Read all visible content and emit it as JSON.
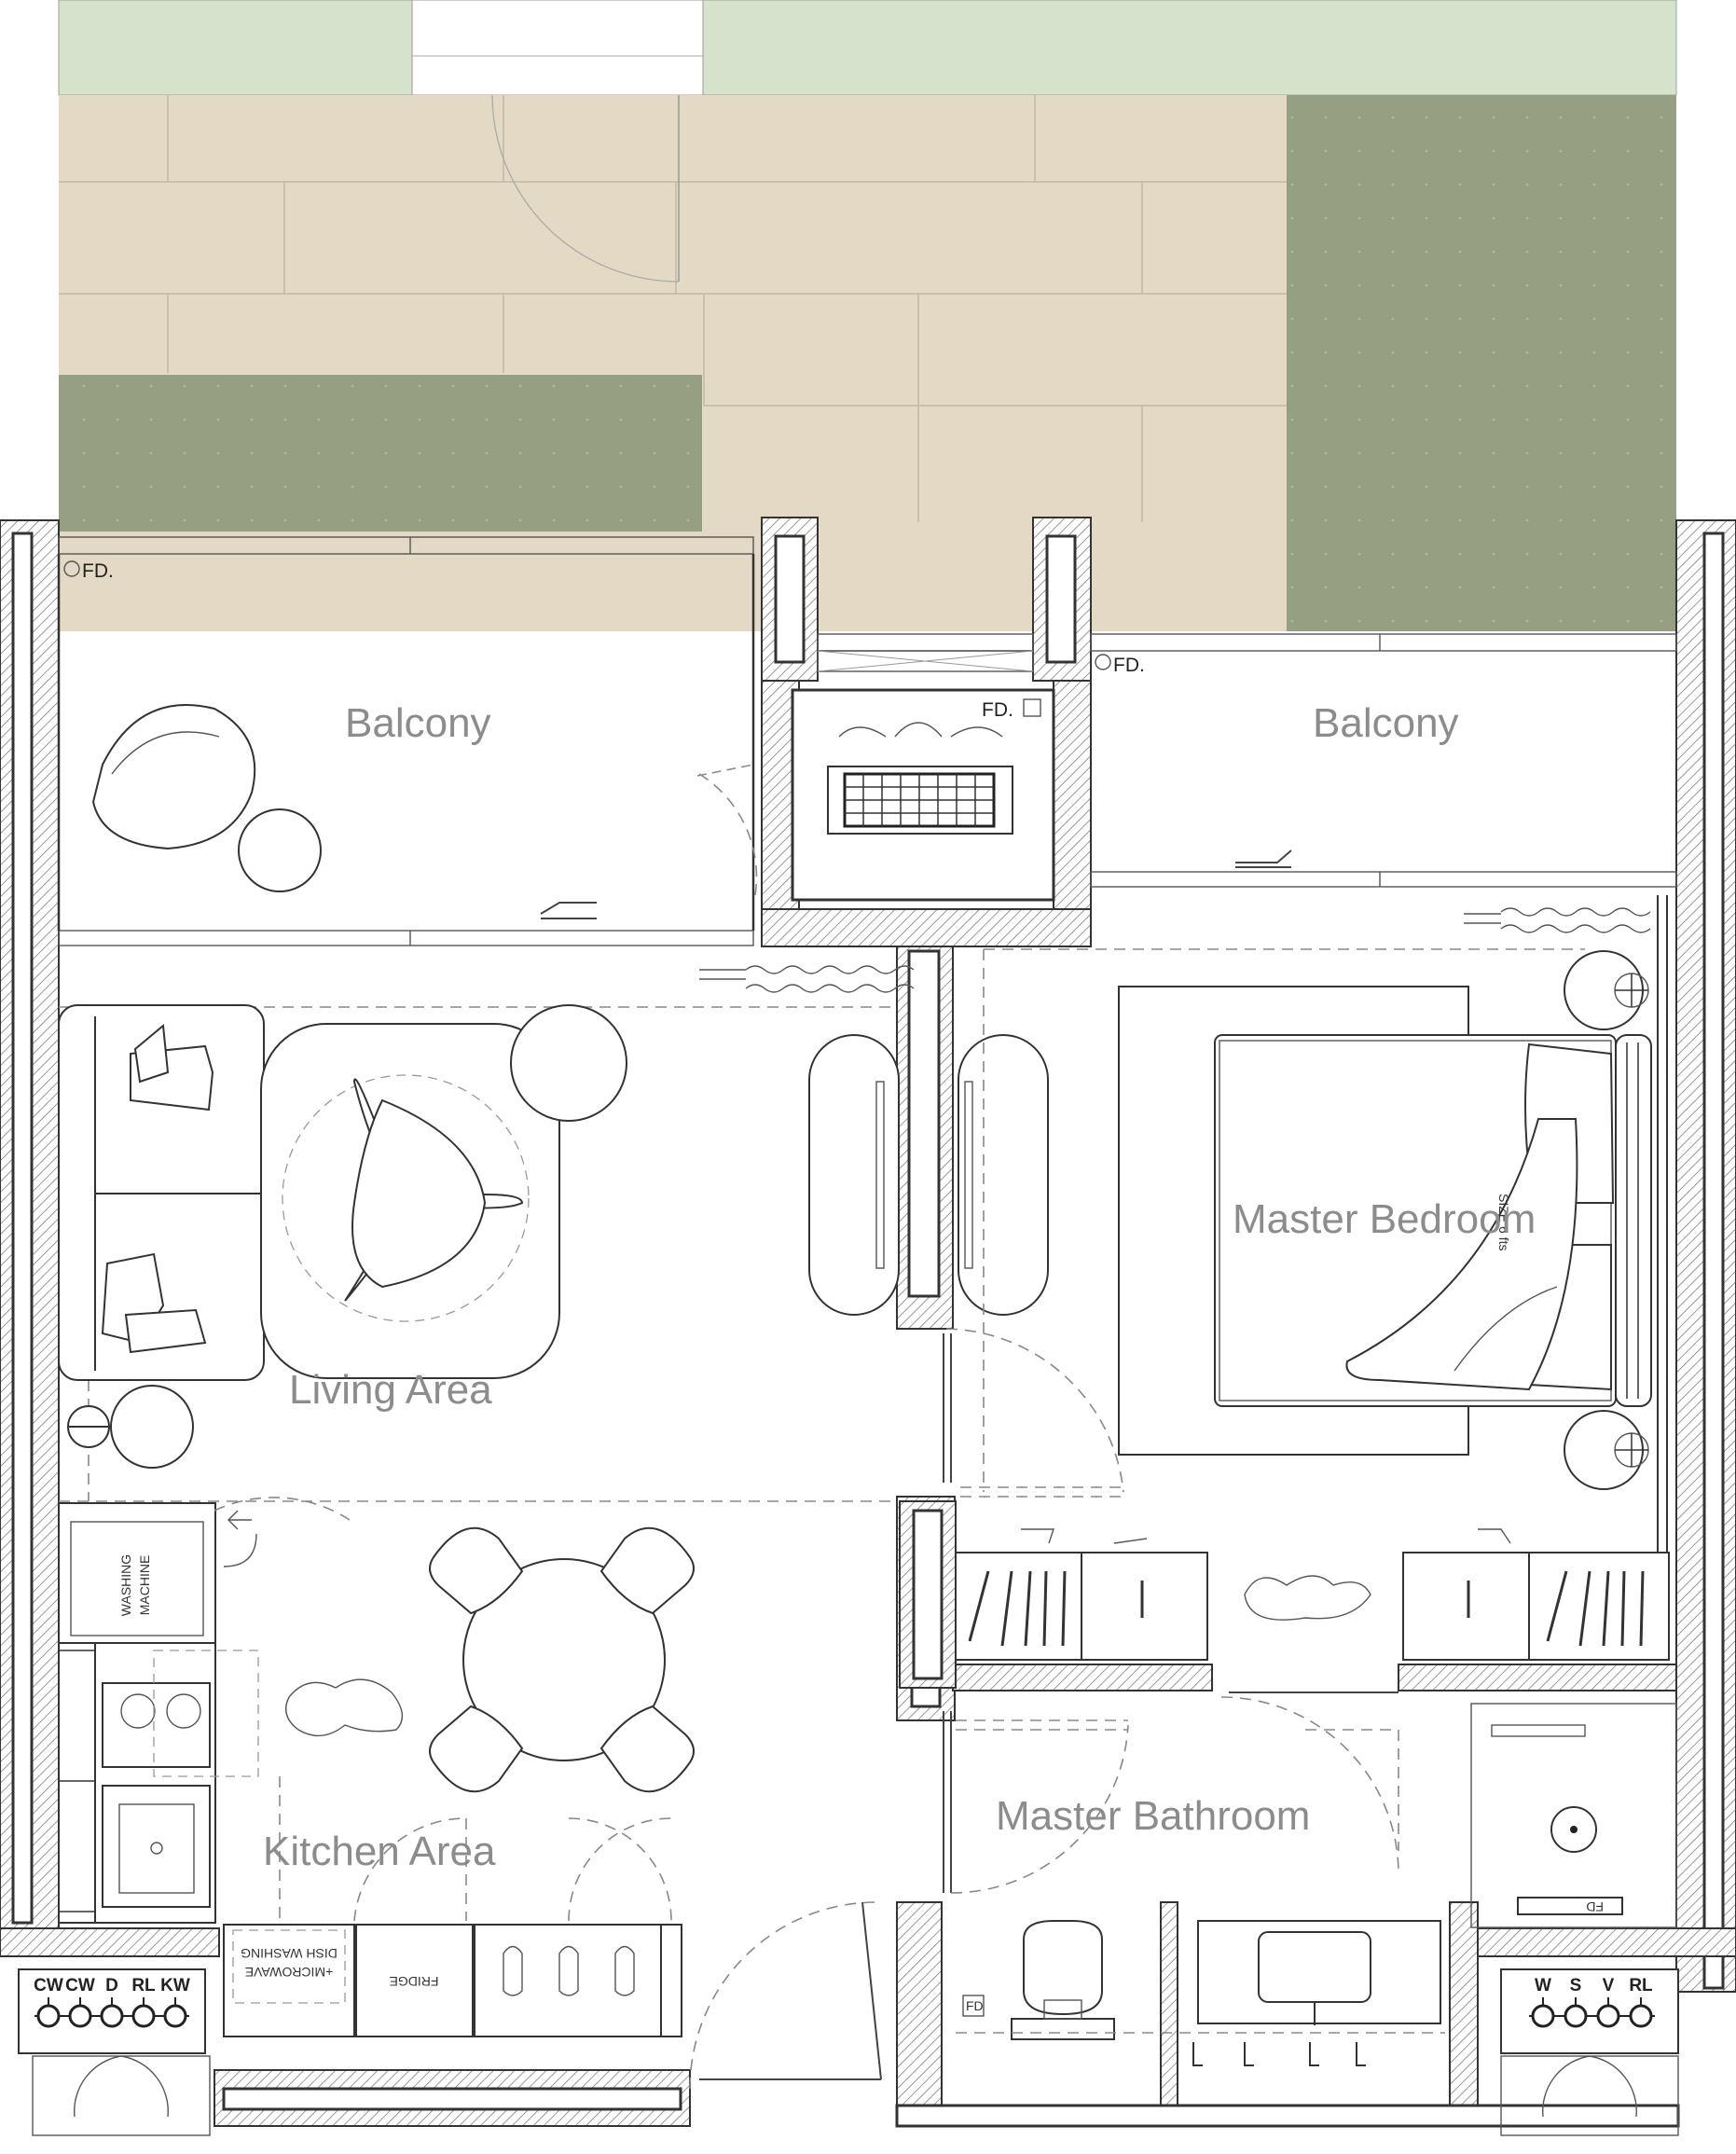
{
  "rooms": {
    "balcony_left": "Balcony",
    "balcony_right": "Balcony",
    "living": "Living Area",
    "master_bedroom": "Master Bedroom",
    "kitchen": "Kitchen Area",
    "master_bathroom": "Master Bathroom"
  },
  "fixtures": {
    "floor_drain": "FD.",
    "floor_drain_short": "FD",
    "washing_machine_1": "WASHING",
    "washing_machine_2": "MACHINE",
    "dish_washing_1": "DISH WASHING",
    "dish_washing_2": "+MICROWAVE",
    "fridge": "FRIDGE",
    "bed_size": "SIZE 6 fts"
  },
  "meter_left": [
    "CW",
    "CW",
    "D",
    "RL",
    "KW"
  ],
  "meter_right": [
    "W",
    "S",
    "V",
    "RL"
  ],
  "colors": {
    "garden_light": "#d6e3cc",
    "garden_dark": "#969f81",
    "paving": "#e3d9c5",
    "wall_outline": "#333333",
    "label_grey": "#8c8c8c"
  }
}
